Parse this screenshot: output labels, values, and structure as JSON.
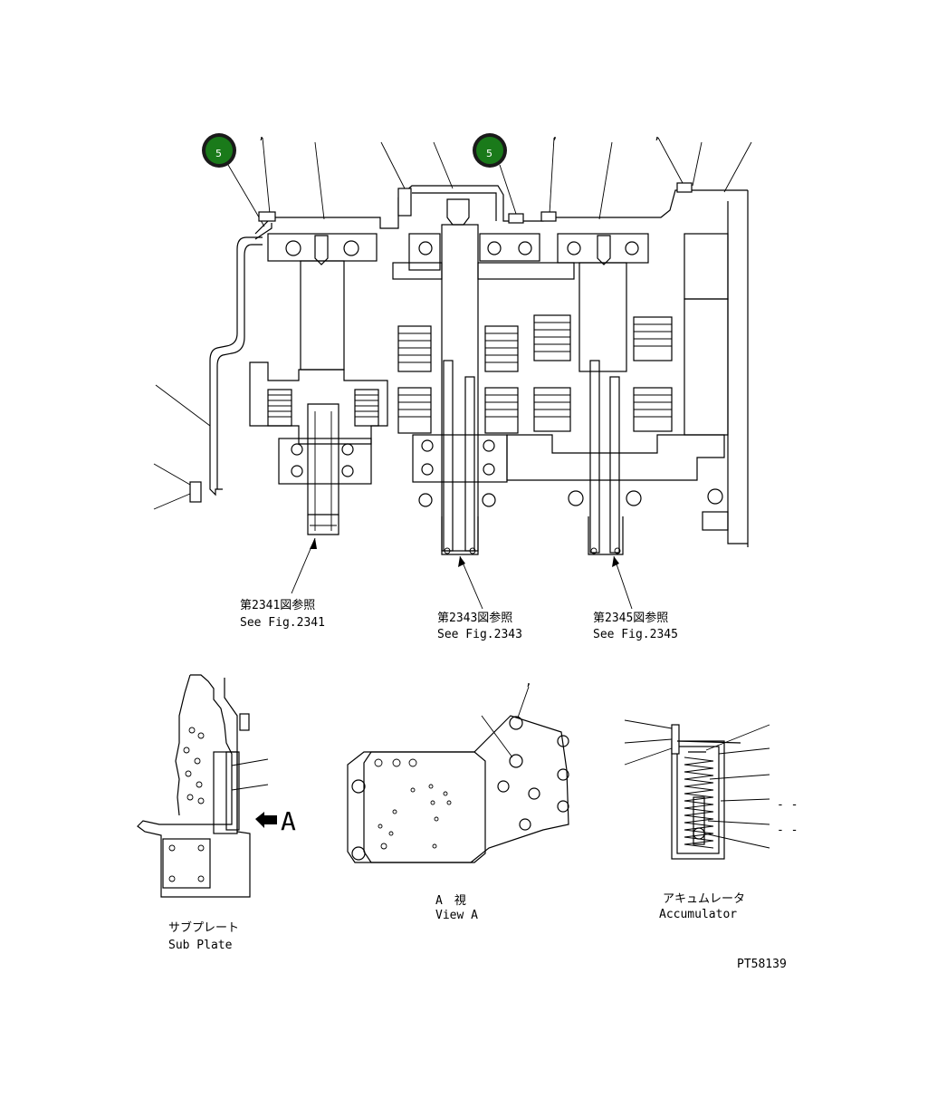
{
  "badges": [
    {
      "label": "5",
      "color": "#1a7a1a"
    },
    {
      "label": "5",
      "color": "#1a7a1a"
    }
  ],
  "references": [
    {
      "jp": "第2341図参照",
      "en": "See Fig.2341"
    },
    {
      "jp": "第2343図参照",
      "en": "See Fig.2343"
    },
    {
      "jp": "第2345図参照",
      "en": "See Fig.2345"
    }
  ],
  "details": {
    "sub_plate": {
      "jp": "サブプレート",
      "en": "Sub Plate"
    },
    "view_a": {
      "jp": "A　視",
      "en": "View A",
      "arrow_label": "A"
    },
    "accumulator": {
      "jp": "アキュムレータ",
      "en": "Accumulator"
    }
  },
  "drawing_number": "PT58139"
}
